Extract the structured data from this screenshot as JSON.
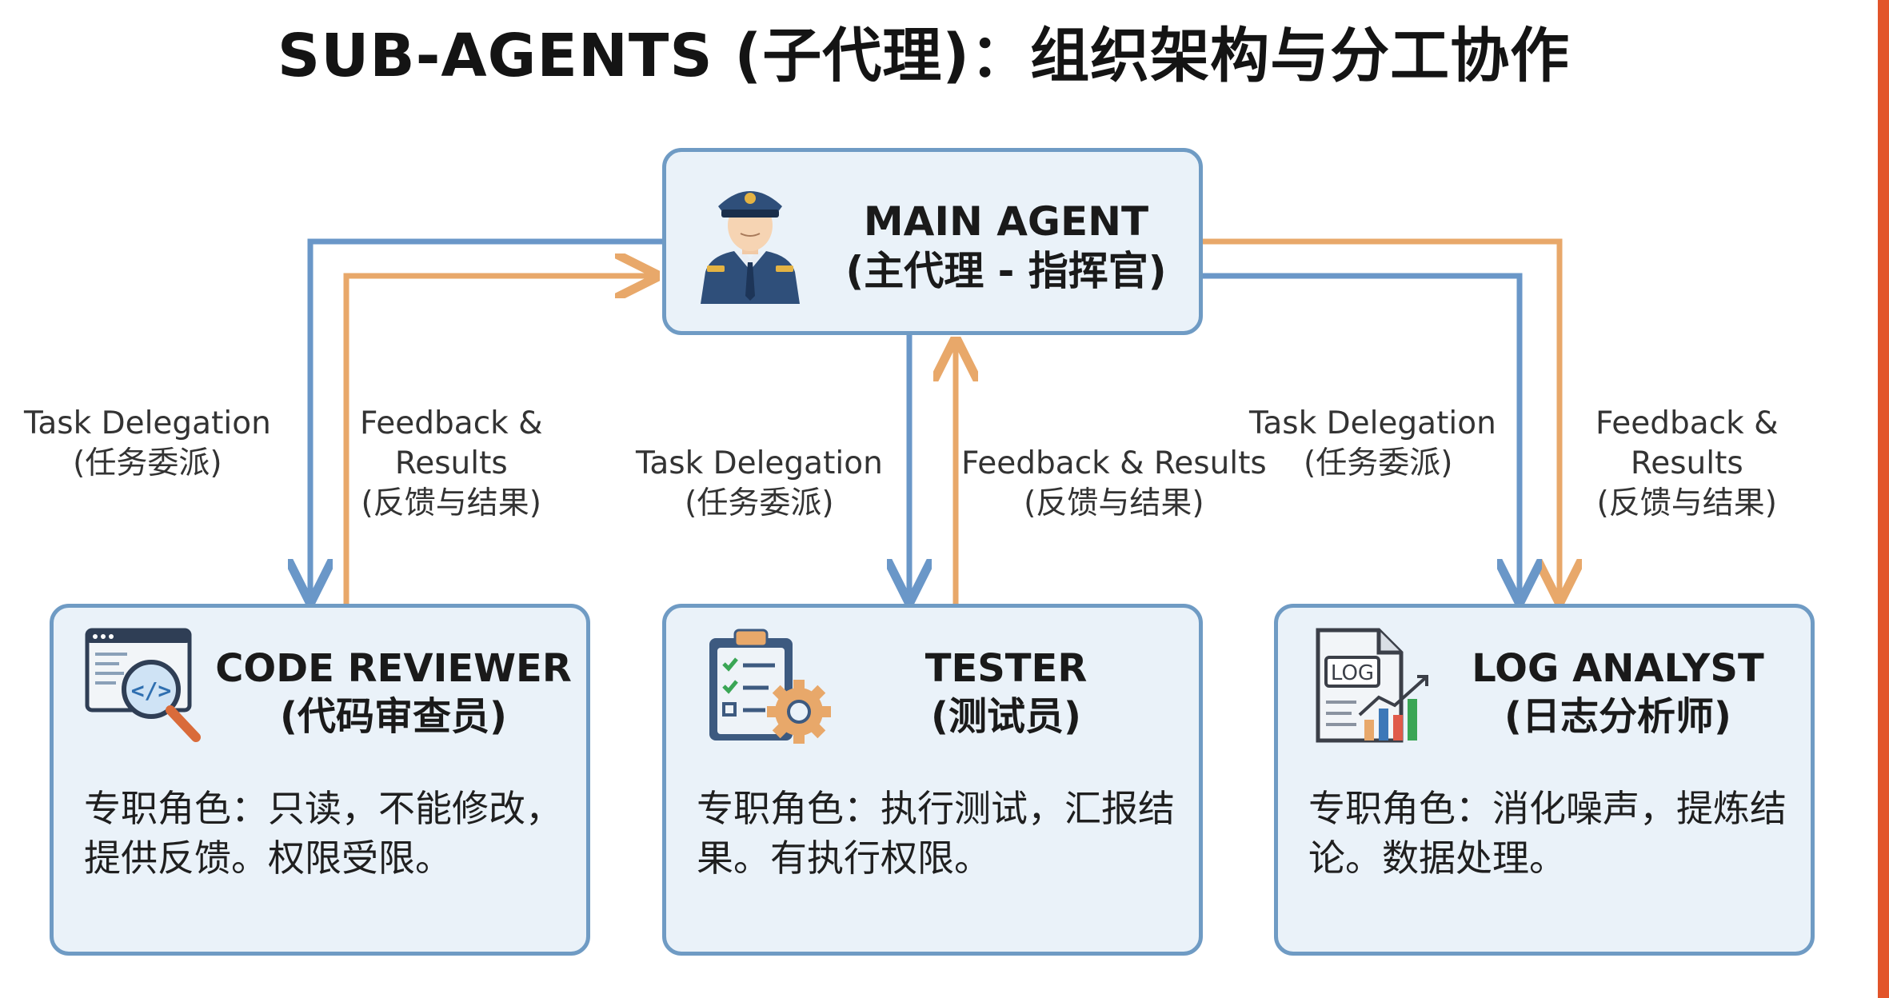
{
  "title": "SUB-AGENTS (子代理)：组织架构与分工协作",
  "colors": {
    "delegation_arrow": "#6a97c8",
    "feedback_arrow": "#e8a86a",
    "box_fill": "#eaf2f9",
    "box_border": "#6f9bc4",
    "accent_bar": "#e2542a"
  },
  "main_agent": {
    "name": "MAIN AGENT",
    "role": "(主代理 - 指挥官)",
    "icon": "officer-icon"
  },
  "sub_agents": [
    {
      "name": "CODE REVIEWER",
      "role": "(代码审查员)",
      "description": "专职角色：只读，不能修改，提供反馈。权限受限。",
      "icon": "code-review-icon"
    },
    {
      "name": "TESTER",
      "role": "(测试员)",
      "description": "专职角色：执行测试，汇报结果。有执行权限。",
      "icon": "clipboard-gear-icon"
    },
    {
      "name": "LOG ANALYST",
      "role": "(日志分析师)",
      "description": "专职角色：消化噪声，提炼结论。数据处理。",
      "icon": "log-chart-icon",
      "icon_text": "LOG"
    }
  ],
  "edge_labels": {
    "left_delegation": [
      "Task Delegation",
      "(任务委派)"
    ],
    "left_feedback": [
      "Feedback &",
      "Results",
      "(反馈与结果)"
    ],
    "center_delegation": [
      "Task Delegation",
      "(任务委派)"
    ],
    "center_feedback": [
      "Feedback & Results",
      "(反馈与结果)"
    ],
    "right_delegation": [
      "Task Delegation",
      "(任务委派)"
    ],
    "right_feedback": [
      "Feedback &",
      "Results",
      "(反馈与结果)"
    ]
  }
}
